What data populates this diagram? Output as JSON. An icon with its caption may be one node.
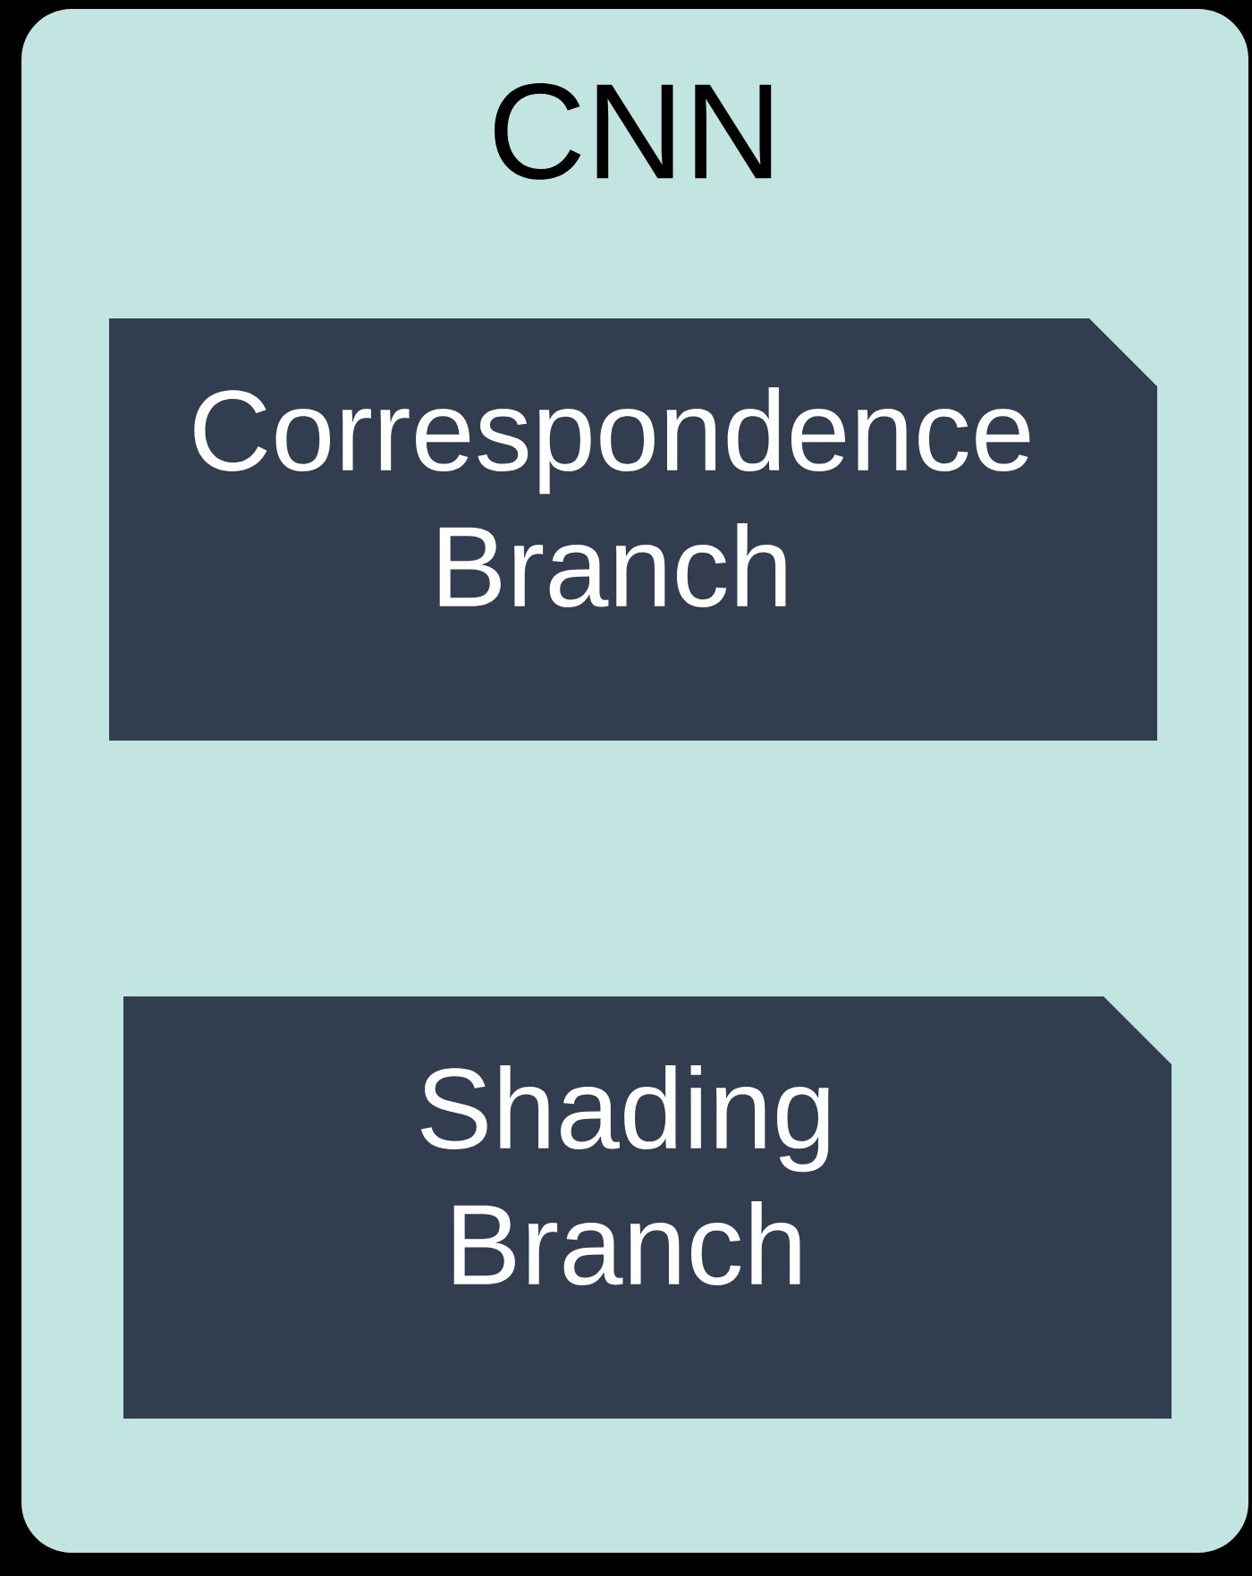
{
  "diagram": {
    "nodes": [
      {
        "text": [
          "CNN"
        ]
      },
      {
        "text": [
          "Correspondence Branch"
        ],
        "in": 0
      },
      {
        "text": [
          "Shading Branch"
        ],
        "in": 0
      }
    ]
  }
}
